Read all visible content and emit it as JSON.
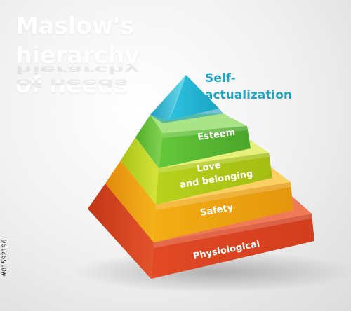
{
  "title": {
    "line1": "Maslow's",
    "line2": "hierarchy",
    "line3": "of needs"
  },
  "levels": {
    "self": {
      "line1": "Self-",
      "line2": "actualization",
      "color": "#2ec3df"
    },
    "esteem": {
      "label": "Esteem",
      "color": "#64c83a"
    },
    "love": {
      "line1": "Love",
      "line2": "and belonging",
      "color": "#b7d21c"
    },
    "safety": {
      "label": "Safety",
      "color": "#f3ae14"
    },
    "physiological": {
      "label": "Physiological",
      "color": "#e24a25"
    }
  },
  "watermark": "#81592196"
}
